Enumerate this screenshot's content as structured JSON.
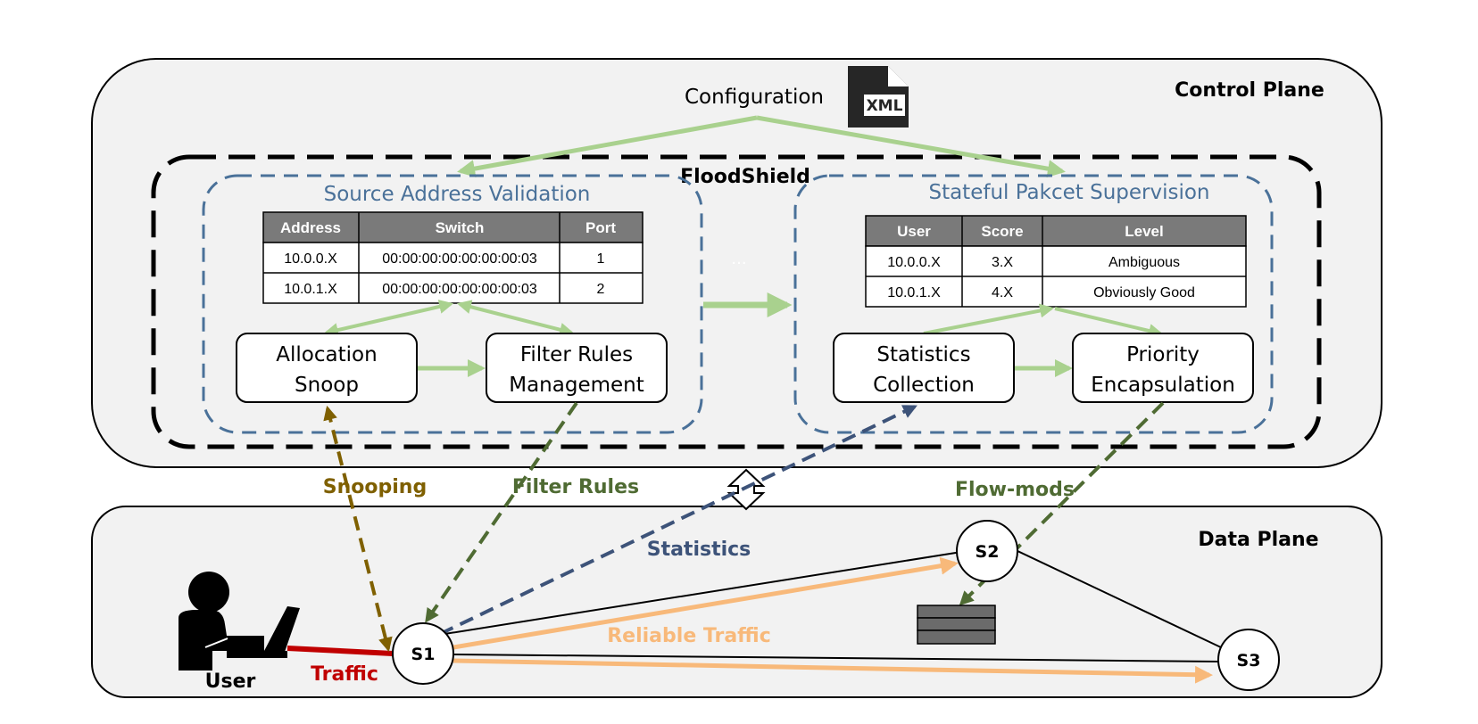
{
  "control_plane": {
    "title": "Control Plane"
  },
  "data_plane": {
    "title": "Data Plane"
  },
  "configuration": {
    "label": "Configuration",
    "file_badge": "XML"
  },
  "floodshield": {
    "title": "FloodShield",
    "ellipsis": "..."
  },
  "sav": {
    "title": "Source Address Validation",
    "table": {
      "headers": [
        "Address",
        "Switch",
        "Port"
      ],
      "rows": [
        [
          "10.0.0.X",
          "00:00:00:00:00:00:00:03",
          "1"
        ],
        [
          "10.0.1.X",
          "00:00:00:00:00:00:00:03",
          "2"
        ]
      ]
    },
    "box_allocation": [
      "Allocation",
      "Snoop"
    ],
    "box_filter": [
      "Filter Rules",
      "Management"
    ]
  },
  "sps": {
    "title": "Stateful Pakcet Supervision",
    "table": {
      "headers": [
        "User",
        "Score",
        "Level"
      ],
      "rows": [
        [
          "10.0.0.X",
          "3.X",
          "Ambiguous"
        ],
        [
          "10.0.1.X",
          "4.X",
          "Obviously Good"
        ]
      ]
    },
    "box_statistics": [
      "Statistics",
      "Collection"
    ],
    "box_priority": [
      "Priority",
      "Encapsulation"
    ]
  },
  "labels": {
    "snooping": "Snooping",
    "filter_rules": "Filter Rules",
    "flow_mods": "Flow-mods",
    "statistics": "Statistics",
    "reliable_traffic": "Reliable Traffic",
    "traffic": "Traffic",
    "user": "User"
  },
  "switches": {
    "s1": "S1",
    "s2": "S2",
    "s3": "S3"
  },
  "colors": {
    "green_arrow": "#a9d18e",
    "snoop": "#7f6000",
    "filter": "#4f6b33",
    "stats": "#3d5379",
    "reliable": "#f8b97a",
    "traffic": "#c00000",
    "module_dash": "#4a7199",
    "table_header": "#7a7a7a"
  }
}
